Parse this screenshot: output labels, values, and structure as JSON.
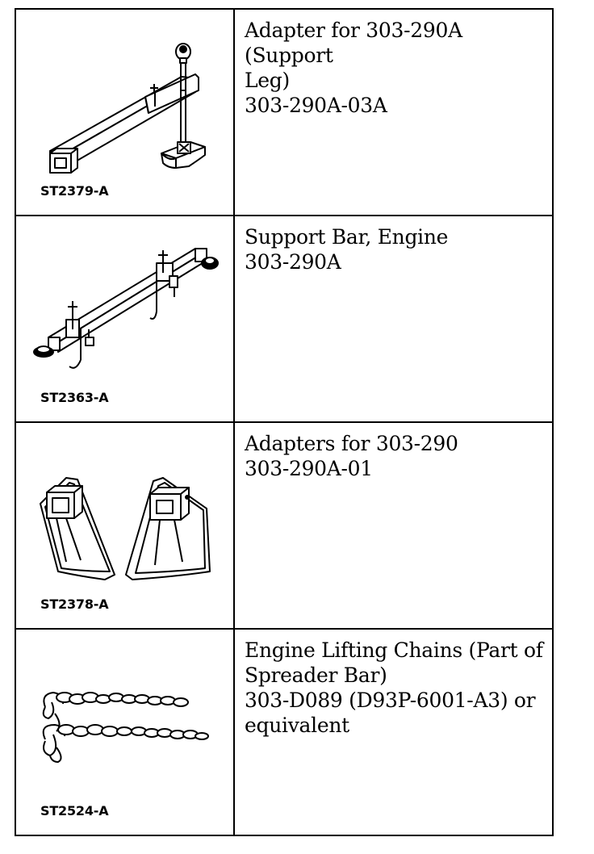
{
  "tools": [
    {
      "illustration_code": "ST2379-A",
      "description_lines": [
        "Adapter for 303-290A (Support",
        "Leg)",
        "303-290A-03A"
      ]
    },
    {
      "illustration_code": "ST2363-A",
      "description_lines": [
        "Support Bar, Engine",
        "303-290A"
      ]
    },
    {
      "illustration_code": "ST2378-A",
      "description_lines": [
        "Adapters for 303-290",
        "303-290A-01"
      ]
    },
    {
      "illustration_code": "ST2524-A",
      "description_lines": [
        "Engine Lifting Chains (Part of",
        "Spreader Bar)",
        "303-D089 (D93P-6001-A3) or",
        "equivalent"
      ]
    }
  ]
}
